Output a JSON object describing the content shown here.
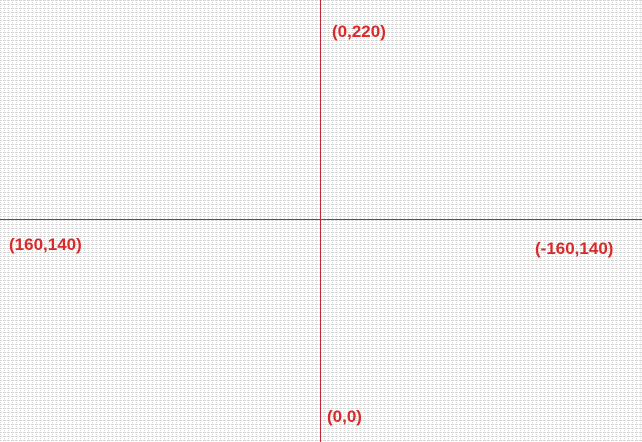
{
  "grid": {
    "background": "#ffffff",
    "line_color": "#a9a9a9",
    "axis_color": "#c0283a",
    "label_color": "#d82a2a"
  },
  "labels": {
    "top": "(0,220)",
    "left": "(160,140)",
    "right": "(-160,140)",
    "bottom": "(0,0)"
  }
}
